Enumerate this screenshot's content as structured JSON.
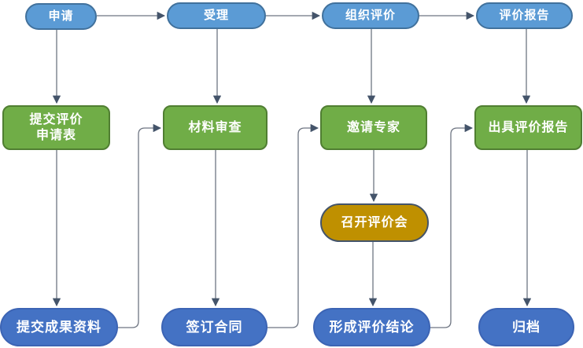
{
  "palette": {
    "header_pill_fill": "#5B9BD5",
    "header_pill_border": "#41719C",
    "process_green_fill": "#70AD47",
    "process_green_border": "#507E32",
    "meeting_gold_fill": "#BF9000",
    "meeting_gold_border": "#44546A",
    "bottom_blue_fill": "#4472C4",
    "bottom_blue_border": "#3C64B4",
    "connector_line": "#6E7582",
    "arrowhead": "#44546A",
    "node_text": "#FFFFFF",
    "background": "#FFFFFF"
  },
  "nodes": {
    "apply": {
      "label": "申请"
    },
    "accept": {
      "label": "受理"
    },
    "organize_evaluation": {
      "label": "组织评价"
    },
    "evaluation_report": {
      "label": "评价报告"
    },
    "submit_application_form": {
      "label": "提交评价\n申请表"
    },
    "material_review": {
      "label": "材料审查"
    },
    "invite_experts": {
      "label": "邀请专家"
    },
    "issue_evaluation_report": {
      "label": "出具评价报告"
    },
    "hold_evaluation_meeting": {
      "label": "召开评价会"
    },
    "submit_achievement_materials": {
      "label": "提交成果资料"
    },
    "sign_contract": {
      "label": "签订合同"
    },
    "form_evaluation_conclusion": {
      "label": "形成评价结论"
    },
    "archive": {
      "label": "归档"
    }
  },
  "edges": [
    {
      "from": "apply",
      "to": "accept"
    },
    {
      "from": "accept",
      "to": "organize_evaluation"
    },
    {
      "from": "organize_evaluation",
      "to": "evaluation_report"
    },
    {
      "from": "apply",
      "to": "submit_application_form"
    },
    {
      "from": "accept",
      "to": "material_review"
    },
    {
      "from": "organize_evaluation",
      "to": "invite_experts"
    },
    {
      "from": "evaluation_report",
      "to": "issue_evaluation_report"
    },
    {
      "from": "submit_application_form",
      "to": "submit_achievement_materials"
    },
    {
      "from": "material_review",
      "to": "sign_contract"
    },
    {
      "from": "invite_experts",
      "to": "hold_evaluation_meeting"
    },
    {
      "from": "hold_evaluation_meeting",
      "to": "form_evaluation_conclusion"
    },
    {
      "from": "issue_evaluation_report",
      "to": "archive"
    },
    {
      "from": "submit_achievement_materials",
      "to": "material_review"
    },
    {
      "from": "sign_contract",
      "to": "invite_experts"
    },
    {
      "from": "form_evaluation_conclusion",
      "to": "issue_evaluation_report"
    }
  ]
}
